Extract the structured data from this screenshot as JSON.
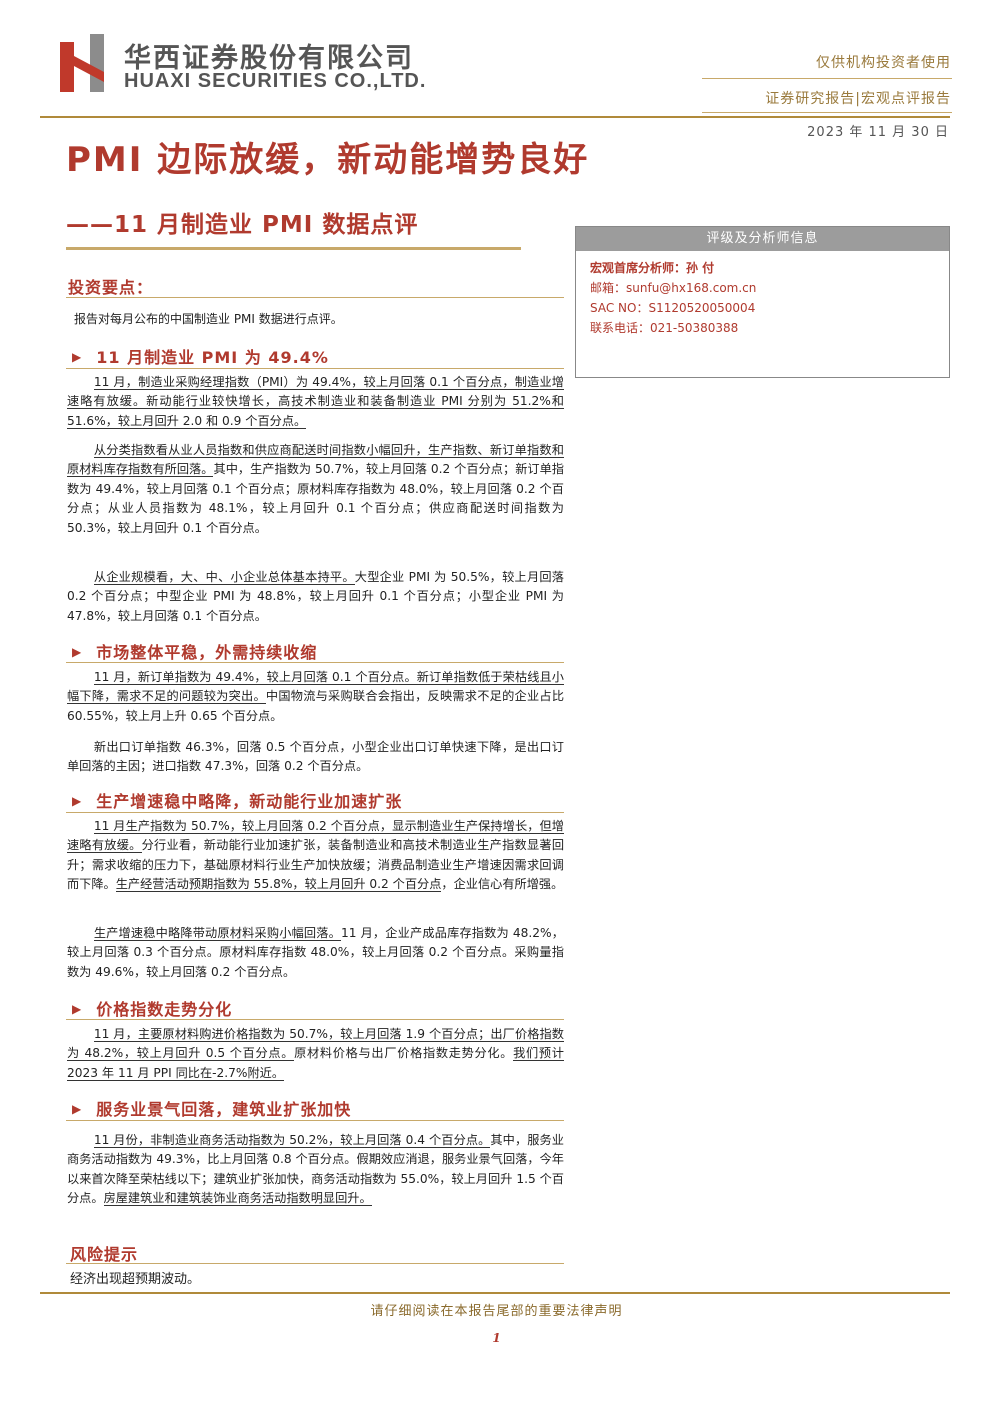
{
  "header": {
    "company_cn": "华西证券股份有限公司",
    "company_en": "HUAXI SECURITIES CO.,LTD.",
    "disclaimer": "仅供机构投资者使用",
    "report_type": "证券研究报告|宏观点评报告",
    "date": "2023 年 11 月 30 日",
    "brand_color": "#b03a2e",
    "accent_color": "#c8a96a"
  },
  "title": "PMI 边际放缓，新动能增势良好",
  "subtitle": "——11 月制造业 PMI 数据点评",
  "analyst_box": {
    "heading": "评级及分析师信息",
    "analyst": "宏观首席分析师：孙 付",
    "email": "邮箱：sunfu@hx168.com.cn",
    "sac": "SAC NO：S1120520050004",
    "phone": "联系电话：021-50380388"
  },
  "key_points": {
    "heading": "投资要点：",
    "intro": "报告对每月公布的中国制造业 PMI 数据进行点评。"
  },
  "sections": [
    {
      "heading": "11 月制造业 PMI 为 49.4%",
      "paragraphs": [
        {
          "u": "11 月，制造业采购经理指数（PMI）为 49.4%，较上月回落 0.1 个百分点，制造业增速略有放缓。新动能行业较快增长，高技术制造业和装备制造业 PMI 分别为 51.2%和 51.6%，较上月回升 2.0 和 0.9 个百分点。",
          "rest": ""
        },
        {
          "u": "从分类指数看从业人员指数和供应商配送时间指数小幅回升，生产指数、新订单指数和原材料库存指数有所回落。",
          "rest": "其中，生产指数为 50.7%，较上月回落 0.2 个百分点；新订单指数为 49.4%，较上月回落 0.1 个百分点；原材料库存指数为 48.0%，较上月回落 0.2 个百分点；从业人员指数为 48.1%，较上月回升 0.1 个百分点；供应商配送时间指数为 50.3%，较上月回升 0.1 个百分点。"
        },
        {
          "u": "从企业规模看，大、中、小企业总体基本持平。",
          "rest": "大型企业 PMI 为 50.5%，较上月回落 0.2 个百分点；中型企业 PMI 为 48.8%，较上月回升 0.1 个百分点；小型企业 PMI 为 47.8%，较上月回落 0.1 个百分点。"
        }
      ]
    },
    {
      "heading": "市场整体平稳，外需持续收缩",
      "paragraphs": [
        {
          "u": "11 月，新订单指数为 49.4%，较上月回落 0.1 个百分点。新订单指数低于荣枯线且小幅下降，需求不足的问题较为突出。",
          "rest": "中国物流与采购联合会指出，反映需求不足的企业占比 60.55%，较上月上升 0.65 个百分点。"
        },
        {
          "u": "",
          "rest": "新出口订单指数 46.3%，回落 0.5 个百分点，小型企业出口订单快速下降，是出口订单回落的主因；进口指数 47.3%，回落 0.2 个百分点。"
        }
      ]
    },
    {
      "heading": "生产增速稳中略降，新动能行业加速扩张",
      "paragraphs": [
        {
          "u": "11 月生产指数为 50.7%，较上月回落 0.2 个百分点，显示制造业生产保持增长，但增速略有放缓。",
          "rest": "分行业看，新动能行业加速扩张，装备制造业和高技术制造业生产指数显著回升；需求收缩的压力下，基础原材料行业生产加快放缓；消费品制造业生产增速因需求回调而下降。",
          "u2": "生产经营活动预期指数为 55.8%，较上月回升 0.2 个百分点",
          "rest2": "，企业信心有所增强。"
        },
        {
          "u": "生产增速稳中略降带动原材料采购小幅回落。",
          "rest": "11 月，企业产成品库存指数为 48.2%，较上月回落 0.3 个百分点。原材料库存指数 48.0%，较上月回落 0.2 个百分点。采购量指数为 49.6%，较上月回落 0.2 个百分点。"
        }
      ]
    },
    {
      "heading": "价格指数走势分化",
      "paragraphs": [
        {
          "u": "11 月，主要原材料购进价格指数为 50.7%，较上月回落 1.9 个百分点；出厂价格指数为 48.2%，较上月回升 0.5 个百分点。",
          "rest": "原材料价格与出厂价格指数走势分化。",
          "u2": "我们预计 2023 年 11 月 PPI 同比在-2.7%附近。",
          "rest2": ""
        }
      ]
    },
    {
      "heading": "服务业景气回落，建筑业扩张加快",
      "paragraphs": [
        {
          "u": "11 月份，非制造业商务活动指数为 50.2%，较上月回落 0.4 个百分点。",
          "rest": "其中，服务业商务活动指数为 49.3%，比上月回落 0.8 个百分点。假期效应消退，服务业景气回落，今年以来首次降至荣枯线以下；建筑业扩张加快，商务活动指数为 55.0%，较上月回升 1.5 个百分点。",
          "u2": "房屋建筑业和建筑装饰业商务活动指数明显回升。",
          "rest2": ""
        }
      ]
    }
  ],
  "risk": {
    "heading": "风险提示",
    "body": "经济出现超预期波动。"
  },
  "footer": {
    "note": "请仔细阅读在本报告尾部的重要法律声明",
    "page": "1"
  }
}
